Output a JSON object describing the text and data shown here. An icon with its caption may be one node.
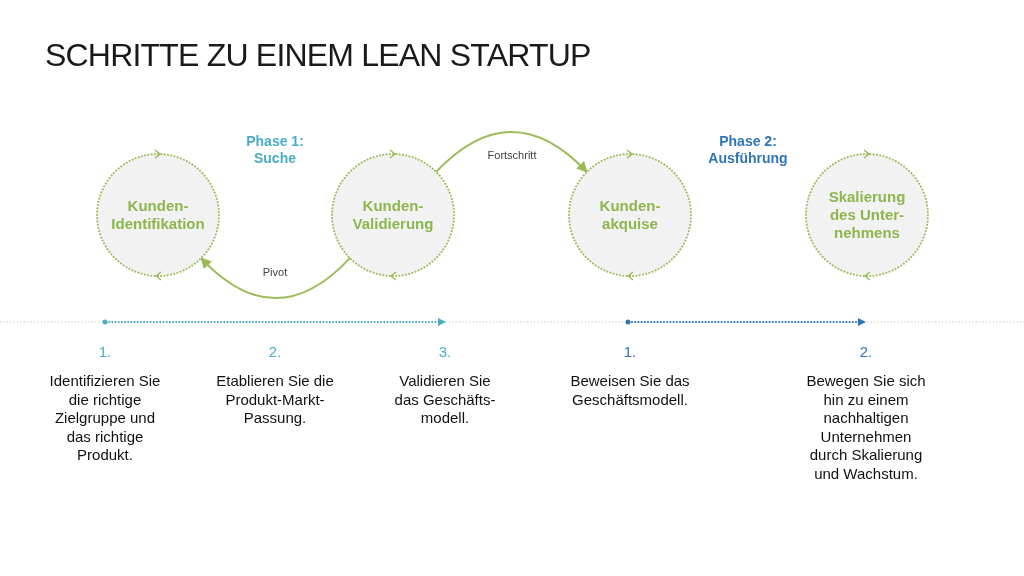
{
  "diagram": {
    "title": "SCHRITTE ZU EINEM LEAN STARTUP",
    "nodes": [
      {
        "text": [
          "Kunden- Identifikation"
        ]
      },
      {
        "text": [
          "Kunden- Validierung"
        ]
      },
      {
        "text": [
          "Kunden- akquise"
        ]
      },
      {
        "text": [
          "Skalierung des Unter- nehmens"
        ]
      }
    ],
    "edges": [
      {
        "from": 1,
        "to": 2,
        "arrow": "to",
        "label": "Fortschritt"
      },
      {
        "from": 1,
        "to": 0,
        "arrow": "to",
        "label": "Pivot"
      }
    ],
    "labels": [
      "Phase 1: Suche",
      "Phase 2: Ausführung",
      "1.",
      "2.",
      "3.",
      "1.",
      "2.",
      "Identifizieren Sie die richtige Zielgruppe und das richtige Produkt.",
      "Etablieren Sie die Produkt-Markt- Passung.",
      "Validieren Sie das Geschäfts- modell.",
      "Beweisen Sie das Geschäftsmodell.",
      "Bewegen Sie sich hin zu einem nachhaltigen Unternehmen durch Skalierung und Wachstum."
    ]
  }
}
